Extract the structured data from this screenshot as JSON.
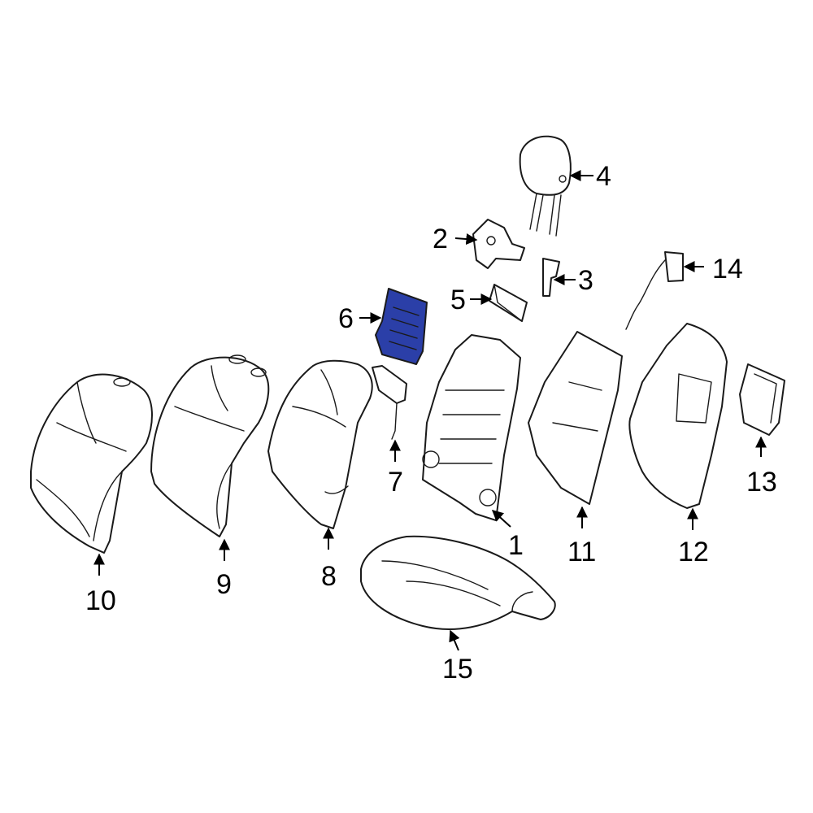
{
  "diagram": {
    "highlight_color": "#2b3fa8",
    "line_color": "#1a1a1a",
    "callouts": {
      "c1": "1",
      "c2": "2",
      "c3": "3",
      "c4": "4",
      "c5": "5",
      "c6": "6",
      "c7": "7",
      "c8": "8",
      "c9": "9",
      "c10": "10",
      "c11": "11",
      "c12": "12",
      "c13": "13",
      "c14": "14",
      "c15": "15"
    },
    "highlighted_part": "6"
  }
}
